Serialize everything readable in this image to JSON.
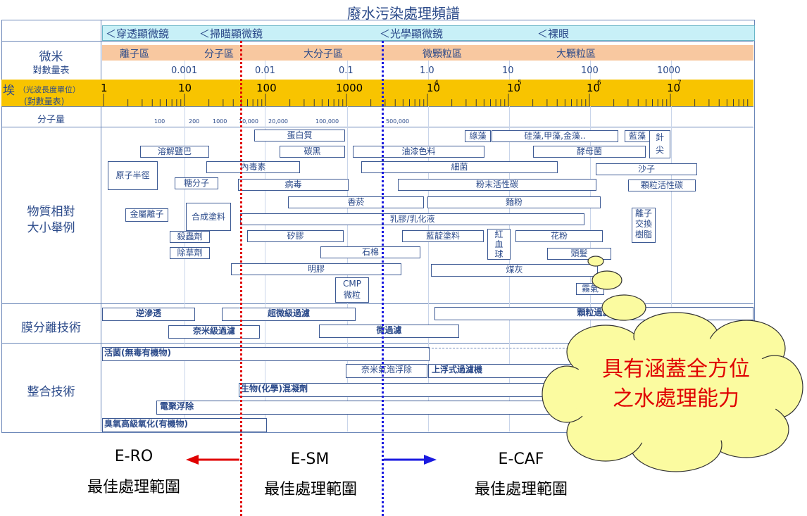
{
  "title": "廢水污染處理頻譜",
  "rows": {
    "micro": "微米",
    "micro_sub": "對數量表",
    "angstrom": "埃",
    "angstrom_paren": "（光波長度單位）",
    "angstrom_sub": "(對數量表)",
    "mw": "分子量",
    "material": "物質相對\n大小舉例",
    "membrane": "膜分離技術",
    "integrated": "整合技術"
  },
  "microscopes": [
    "＜穿透顯微鏡",
    "＜掃瞄顯微鏡",
    "＜光學顯微鏡",
    "＜裸眼"
  ],
  "zones": [
    "離子區",
    "分子區",
    "大分子區",
    "微顆粒區",
    "大顆粒區"
  ],
  "micro_ticks": [
    "0.001",
    "0.01",
    "0.1",
    "1.0",
    "10",
    "100",
    "1000"
  ],
  "ang_ticks": [
    "1",
    "10",
    "100",
    "1000",
    "10",
    "10",
    "10",
    "10"
  ],
  "ang_exps": [
    "4",
    "5",
    "6",
    "7"
  ],
  "mw_ticks": [
    "100",
    "200",
    "1000",
    "10,000",
    "20,000",
    "100,000",
    "500,000"
  ],
  "materials": [
    "蛋白質",
    "溶解鹽巴",
    "碳黑",
    "油漆色料",
    "綠藻",
    "硅藻,甲藻,金藻..",
    "藍藻",
    "針\n尖",
    "酵母菌",
    "原子半徑",
    "內毒素",
    "細菌",
    "沙子",
    "糖分子",
    "病毒",
    "粉末活性碳",
    "顆粒活性碳",
    "香菸",
    "麵粉",
    "金屬離子",
    "合成塗料",
    "乳膠/乳化液",
    "離子\n交換\n樹脂",
    "殺蟲劑",
    "矽膠",
    "藍靛塗料",
    "紅\n血\n球",
    "花粉",
    "除草劑",
    "石棉",
    "頭髮",
    "明膠",
    "煤灰",
    "CMP\n微粒",
    "霧氣"
  ],
  "membranes": [
    "逆滲透",
    "超微級過濾",
    "顆粒過濾",
    "奈米級過濾",
    "微過濾"
  ],
  "integrated": [
    "活菌(無毒有機物)",
    "奈米氣泡浮除",
    "上浮式過濾機",
    "生物(化學)混凝劑",
    "電聚浮除",
    "臭氧高級氧化(有機物)"
  ],
  "cloud": {
    "line1": "具有涵蓋全方位",
    "line2": "之水處理能力"
  },
  "ranges": [
    {
      "name": "E-RO",
      "sub": "最佳處理範圍"
    },
    {
      "name": "E-SM",
      "sub": "最佳處理範圍"
    },
    {
      "name": "E-CAF",
      "sub": "最佳處理範圍"
    }
  ],
  "colors": {
    "ero_arrow": "#e00000",
    "ecaf_arrow": "#1a1ae0",
    "cloud": "#fbfba0",
    "gold": "#f8c400"
  }
}
